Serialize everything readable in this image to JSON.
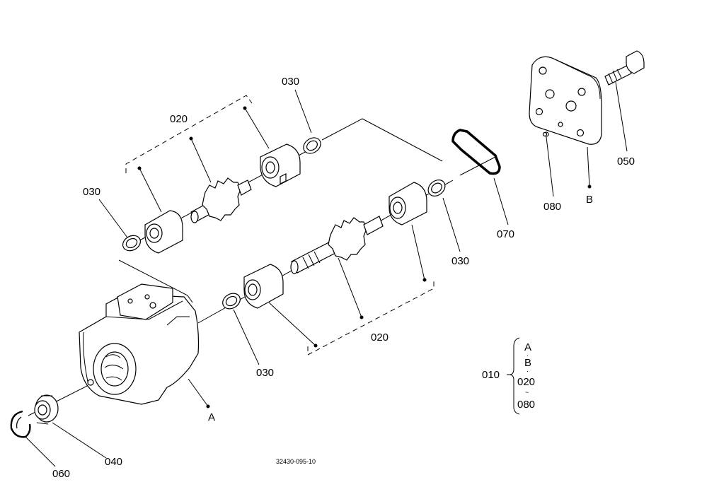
{
  "diagram": {
    "drawing_number": "32430-095-10",
    "callouts": {
      "c030_top": "030",
      "c020_top": "020",
      "c030_left": "030",
      "c030_mid": "030",
      "c030_right": "030",
      "c020_bottom": "020",
      "c070": "070",
      "c080": "080",
      "cB": "B",
      "c050": "050",
      "cA": "A",
      "c040": "040",
      "c060": "060"
    },
    "assembly_key": {
      "part": "010",
      "members": [
        "A",
        "B",
        "020",
        "080"
      ],
      "separator_dot": "·",
      "range_mark": "~"
    }
  }
}
